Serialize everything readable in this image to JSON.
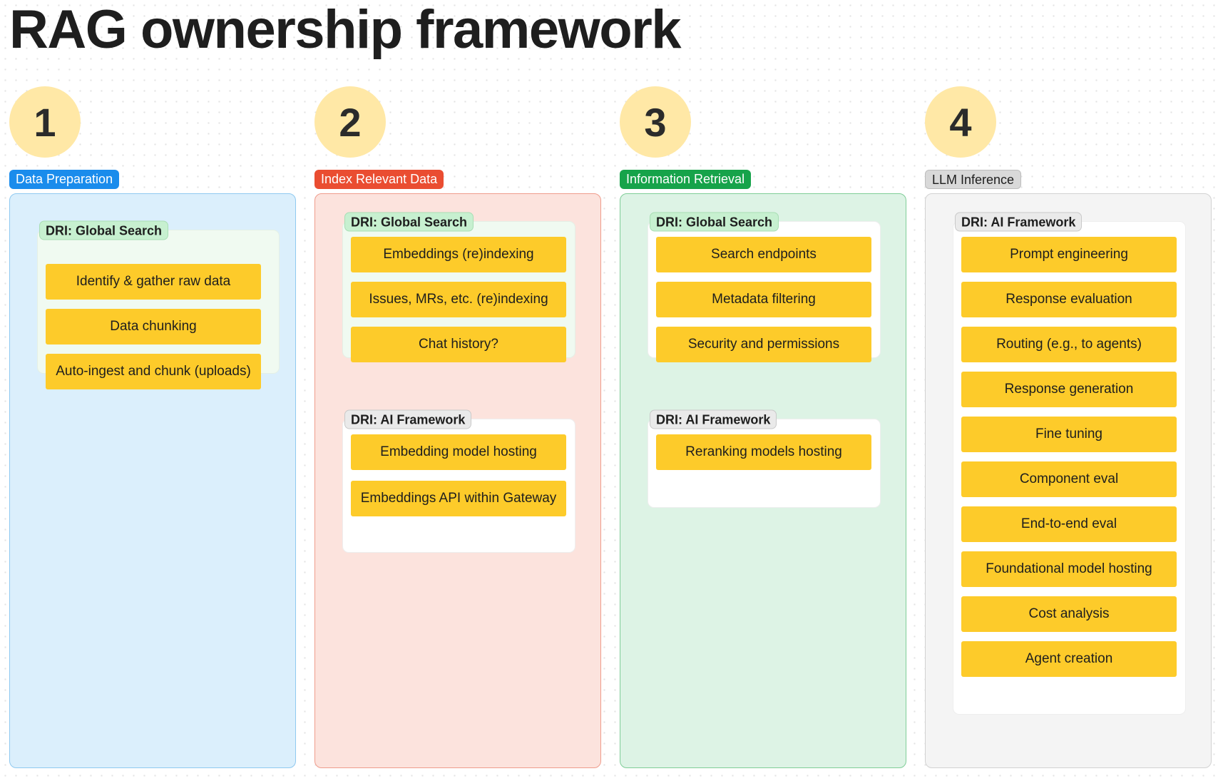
{
  "title": "RAG ownership framework",
  "colors": {
    "step_circle": "#ffe8a6",
    "task_fill": "#fdcb2a",
    "dri_global_search": "#c7f0d0",
    "dri_ai_framework": "#eaeaea"
  },
  "stages": [
    {
      "number": "1",
      "label": "Data Preparation",
      "label_color": "#1a8cec",
      "panel_fill": "#dbeffc",
      "panel_border": "#8fc9f0",
      "groups": [
        {
          "dri": "DRI: Global Search",
          "tasks": [
            "Identify & gather raw data",
            "Data chunking",
            "Auto-ingest and chunk (uploads)"
          ]
        }
      ]
    },
    {
      "number": "2",
      "label": "Index Relevant Data",
      "label_color": "#ea4d31",
      "panel_fill": "#fce3dd",
      "panel_border": "#ef9c8c",
      "groups": [
        {
          "dri": "DRI: Global Search",
          "tasks": [
            "Embeddings (re)indexing",
            "Issues, MRs, etc. (re)indexing",
            "Chat history?"
          ]
        },
        {
          "dri": "DRI: AI Framework",
          "tasks": [
            "Embedding model hosting",
            "Embeddings API within Gateway"
          ]
        }
      ]
    },
    {
      "number": "3",
      "label": "Information Retrieval",
      "label_color": "#16a34a",
      "panel_fill": "#ddf3e5",
      "panel_border": "#7fcd97",
      "groups": [
        {
          "dri": "DRI: Global Search",
          "tasks": [
            "Search endpoints",
            "Metadata filtering",
            "Security and permissions"
          ]
        },
        {
          "dri": "DRI: AI Framework",
          "tasks": [
            "Reranking models hosting"
          ]
        }
      ]
    },
    {
      "number": "4",
      "label": "LLM Inference",
      "label_color": "#d9d9d9",
      "panel_fill": "#f4f4f4",
      "panel_border": "#d2d2d2",
      "groups": [
        {
          "dri": "DRI: AI Framework",
          "tasks": [
            "Prompt engineering",
            "Response evaluation",
            "Routing (e.g., to agents)",
            "Response generation",
            "Fine tuning",
            "Component eval",
            "End-to-end eval",
            "Foundational model hosting",
            "Cost analysis",
            "Agent creation"
          ]
        }
      ]
    }
  ]
}
